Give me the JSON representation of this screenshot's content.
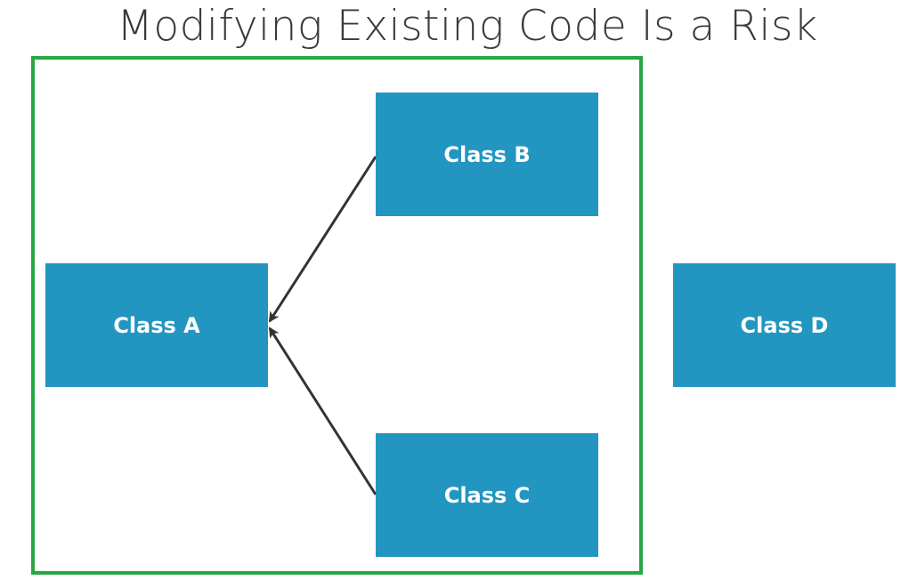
{
  "title": "Modifying Existing Code Is a Risk",
  "colors": {
    "box_fill": "#2296c1",
    "box_text": "#ffffff",
    "frame_border": "#28a745",
    "arrow": "#333333",
    "title_text": "#3a3a3a"
  },
  "nodes": {
    "a": "Class A",
    "b": "Class B",
    "c": "Class C",
    "d": "Class D"
  },
  "edges": [
    {
      "from": "Class B",
      "to": "Class A"
    },
    {
      "from": "Class C",
      "to": "Class A"
    }
  ]
}
